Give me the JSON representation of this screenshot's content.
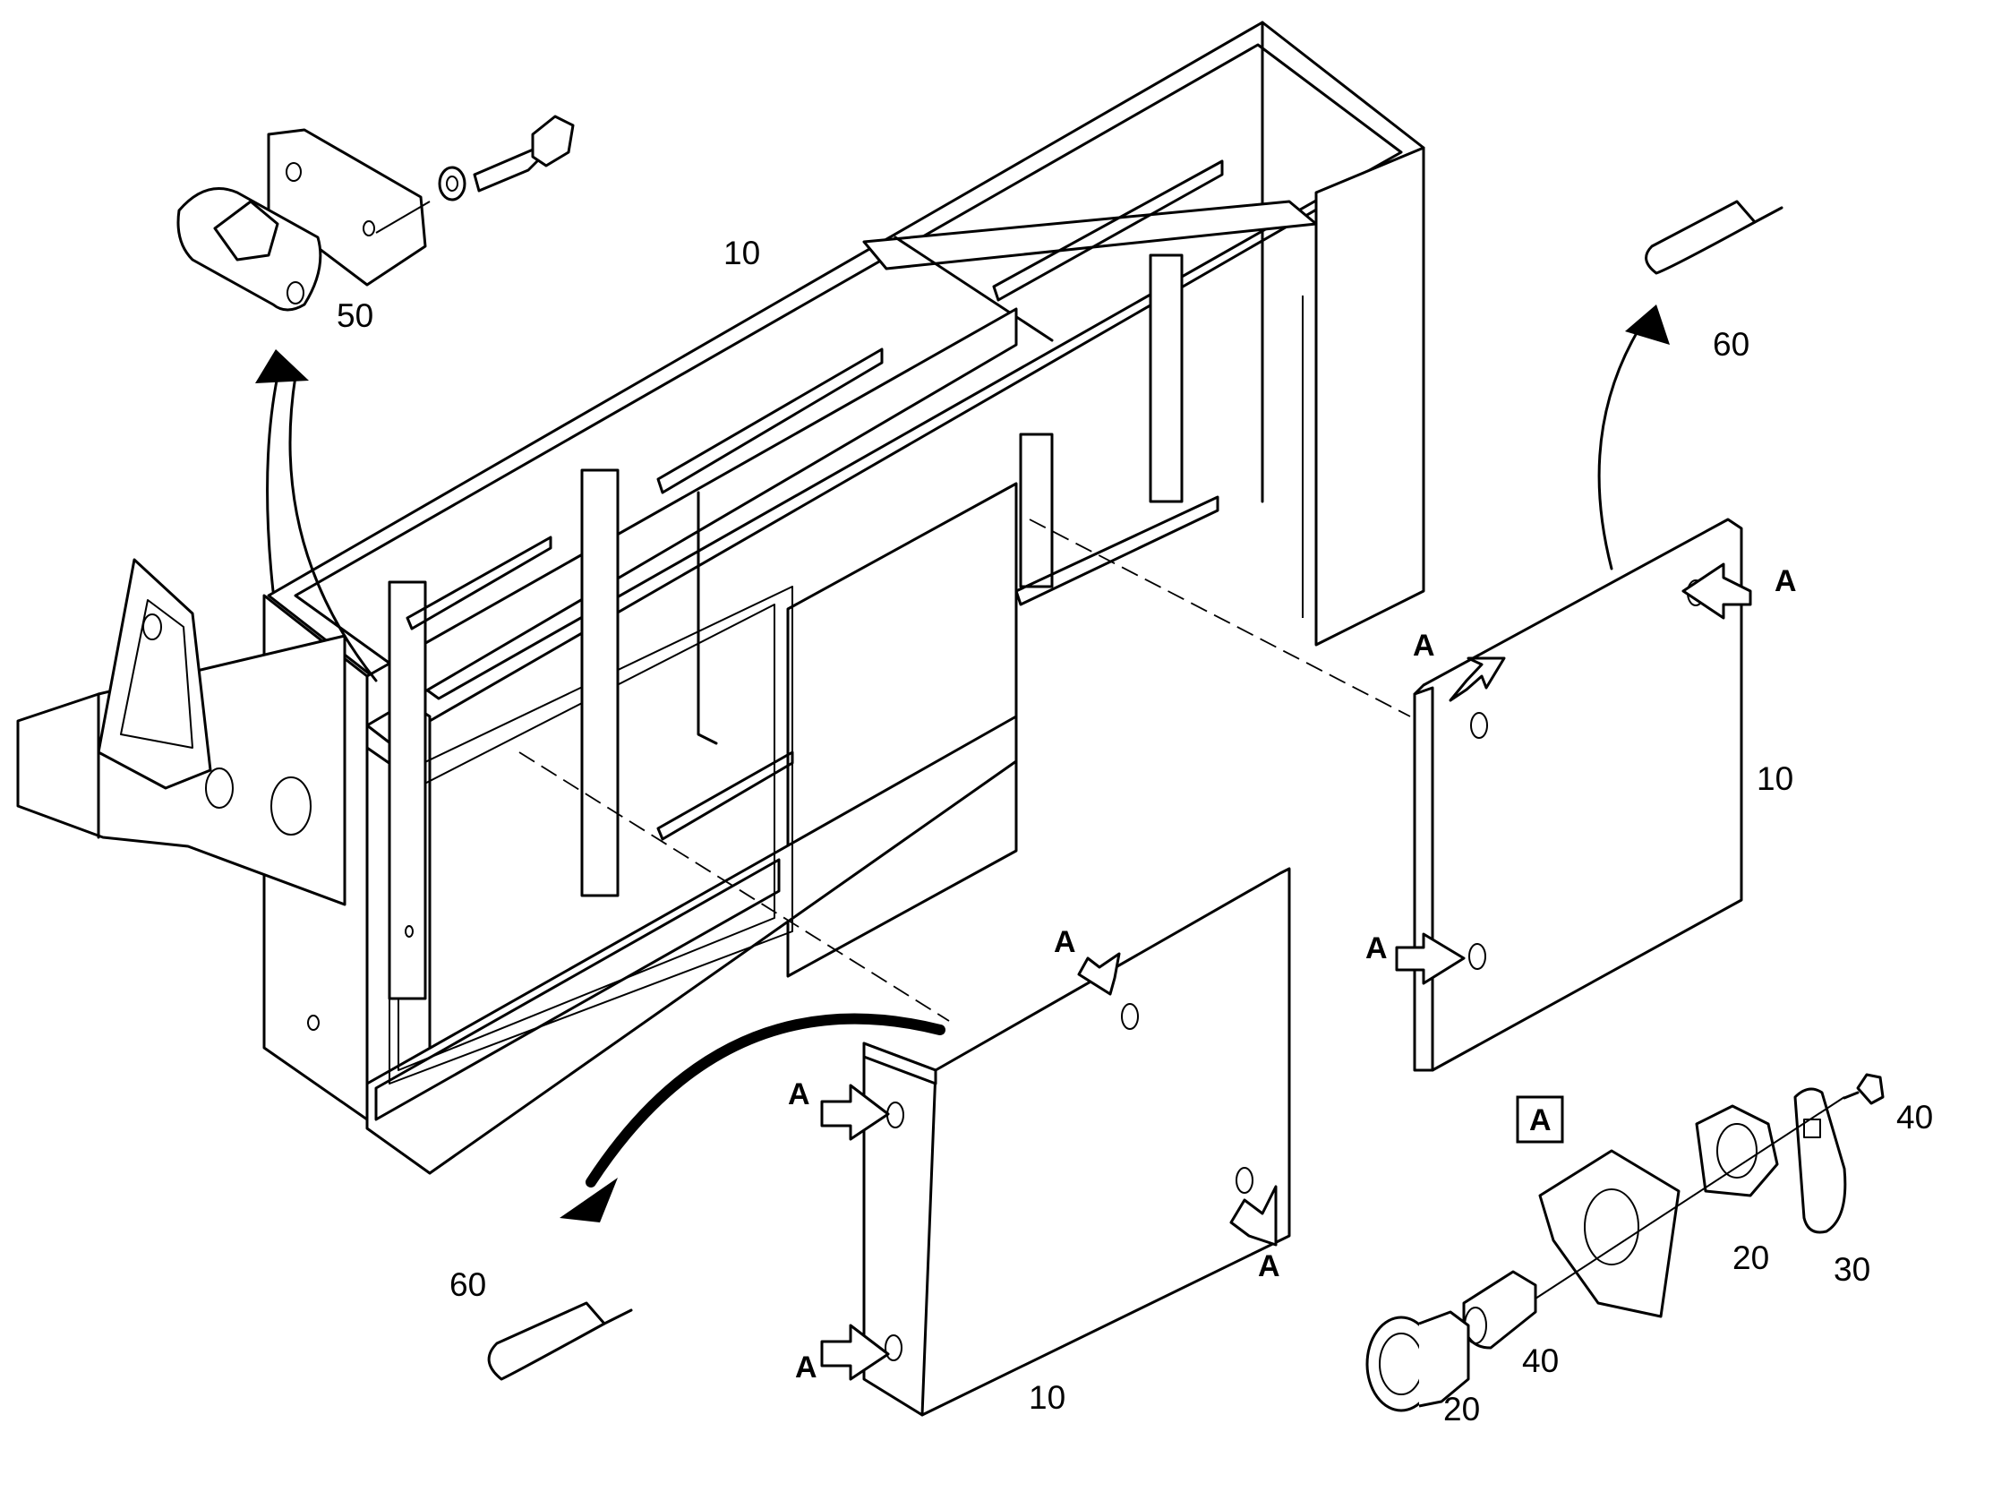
{
  "colors": {
    "line": "#000000",
    "background": "#ffffff"
  },
  "labels": {
    "frame_top": "10",
    "panel_right": "10",
    "panel_front": "10",
    "hinge": "50",
    "seal_top": "60",
    "seal_bottom": "60",
    "lock_housing": "20",
    "lock_nut": "20",
    "lock_cylinder": "40",
    "lock_screw": "40",
    "lock_cam": "30",
    "detail_box": "A"
  },
  "arrows": {
    "a1": "A",
    "a2": "A",
    "a3": "A",
    "a4": "A",
    "a5": "A",
    "a6": "A",
    "a7": "A"
  }
}
